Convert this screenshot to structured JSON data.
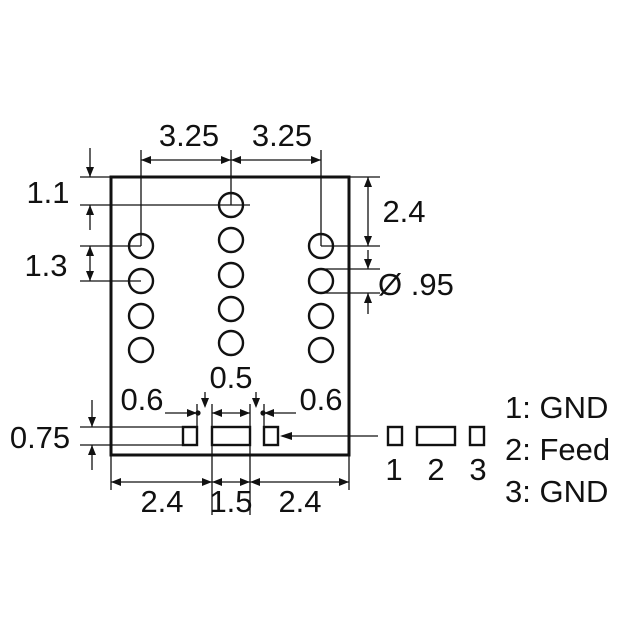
{
  "dimensions": {
    "top_left_spacing": "3.25",
    "top_right_spacing": "3.25",
    "edge_to_first_hole": "1.1",
    "hole_pitch": "1.3",
    "side_hole_offset": "2.4",
    "hole_diameter": "Ø .95",
    "pad_gap_left": "0.6",
    "pad_width_small": "0.5",
    "pad_gap_right": "0.6",
    "pad_height": "0.75",
    "bottom_left": "2.4",
    "bottom_center": "1.5",
    "bottom_right": "2.4"
  },
  "pins": [
    {
      "number": "1"
    },
    {
      "number": "2"
    },
    {
      "number": "3"
    }
  ],
  "legend": [
    {
      "text": "1: GND"
    },
    {
      "text": "2: Feed"
    },
    {
      "text": "3: GND"
    }
  ]
}
